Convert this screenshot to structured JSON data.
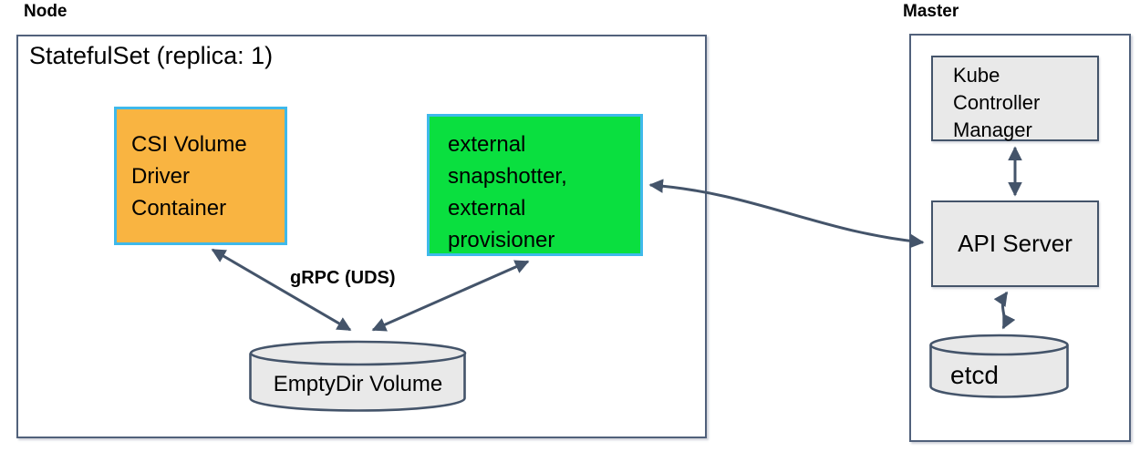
{
  "node_section": {
    "label": "Node",
    "statefulset_title": "StatefulSet (replica: 1)",
    "csi_driver_box": "CSI Volume Driver Container",
    "external_box": "external snapshotter, external provisioner",
    "grpc_label": "gRPC (UDS)",
    "emptydir_volume": "EmptyDir Volume"
  },
  "master_section": {
    "label": "Master",
    "kube_controller_manager": "Kube Controller Manager",
    "api_server": "API Server",
    "etcd": "etcd"
  },
  "colors": {
    "csi_box_fill": "#f9b441",
    "external_box_fill": "#0adf3f",
    "container_border": "#3fb9ea",
    "gray_shape_fill": "#e9e9e9",
    "shape_border": "#44546a",
    "outer_box_border": "#51617b",
    "arrow_color": "#44546a",
    "text_color": "#000000"
  }
}
